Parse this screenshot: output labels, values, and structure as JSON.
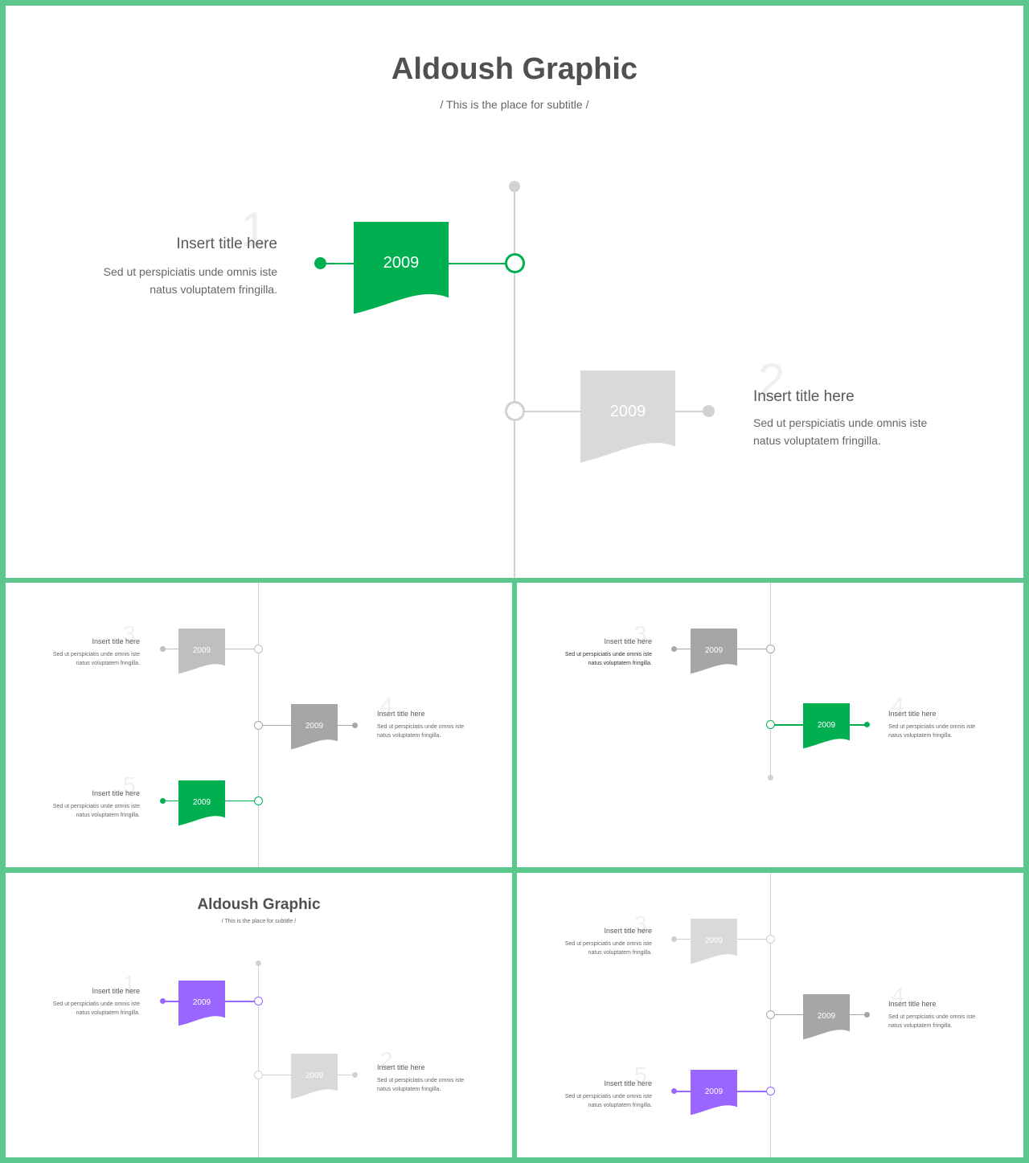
{
  "main": {
    "title": "Aldoush Graphic",
    "subtitle": "/ This is the place for subtitle /",
    "items": [
      {
        "num": "1",
        "title": "Insert title here",
        "desc_line1": "Sed ut perspiciatis unde omnis iste",
        "desc_line2": "natus voluptatem fringilla.",
        "year": "2009",
        "color": "#00b050"
      },
      {
        "num": "2",
        "title": "Insert title here",
        "desc_line1": "Sed ut perspiciatis unde omnis iste",
        "desc_line2": "natus voluptatem fringilla.",
        "year": "2009",
        "color": "#d9d9d9"
      }
    ]
  },
  "slide_a": {
    "items": [
      {
        "num": "3",
        "title": "Insert title here",
        "desc_line1": "Sed ut perspiciatis unde omnis iste",
        "desc_line2": "natus voluptatem fringilla.",
        "year": "2009",
        "color": "#bfbfbf"
      },
      {
        "num": "4",
        "title": "Insert title here",
        "desc_line1": "Sed ut perspiciatis unde omnis iste",
        "desc_line2": "natus voluptatem fringilla.",
        "year": "2009",
        "color": "#a6a6a6"
      },
      {
        "num": "5",
        "title": "Insert title here",
        "desc_line1": "Sed ut perspiciatis unde omnis iste",
        "desc_line2": "natus voluptatem fringilla.",
        "year": "2009",
        "color": "#00b050"
      }
    ]
  },
  "slide_b": {
    "items": [
      {
        "num": "3",
        "title": "Insert title here",
        "desc_line1": "Sed ut perspiciatis unde omnis iste",
        "desc_line2": "natus voluptatem fringilla.",
        "year": "2009",
        "color": "#a6a6a6"
      },
      {
        "num": "4",
        "title": "Insert title here",
        "desc_line1": "Sed ut perspiciatis unde omnis iste",
        "desc_line2": "natus voluptatem fringilla.",
        "year": "2009",
        "color": "#00b050"
      }
    ]
  },
  "slide_c": {
    "title": "Aldoush Graphic",
    "subtitle": "/ This is the place for subtitle /",
    "items": [
      {
        "num": "1",
        "title": "Insert title here",
        "desc_line1": "Sed ut perspiciatis unde omnis iste",
        "desc_line2": "natus voluptatem fringilla.",
        "year": "2009",
        "color": "#9966ff"
      },
      {
        "num": "2",
        "title": "Insert title here",
        "desc_line1": "Sed ut perspiciatis unde omnis iste",
        "desc_line2": "natus voluptatem fringilla.",
        "year": "2009",
        "color": "#d9d9d9"
      }
    ]
  },
  "slide_d": {
    "items": [
      {
        "num": "3",
        "title": "Insert title here",
        "desc_line1": "Sed ut perspiciatis unde omnis iste",
        "desc_line2": "natus voluptatem fringilla.",
        "year": "2009",
        "color": "#d9d9d9"
      },
      {
        "num": "4",
        "title": "Insert title here",
        "desc_line1": "Sed ut perspiciatis unde omnis iste",
        "desc_line2": "natus voluptatem fringilla.",
        "year": "2009",
        "color": "#a6a6a6"
      },
      {
        "num": "5",
        "title": "Insert title here",
        "desc_line1": "Sed ut perspiciatis unde omnis iste",
        "desc_line2": "natus voluptatem fringilla.",
        "year": "2009",
        "color": "#9966ff"
      }
    ]
  }
}
